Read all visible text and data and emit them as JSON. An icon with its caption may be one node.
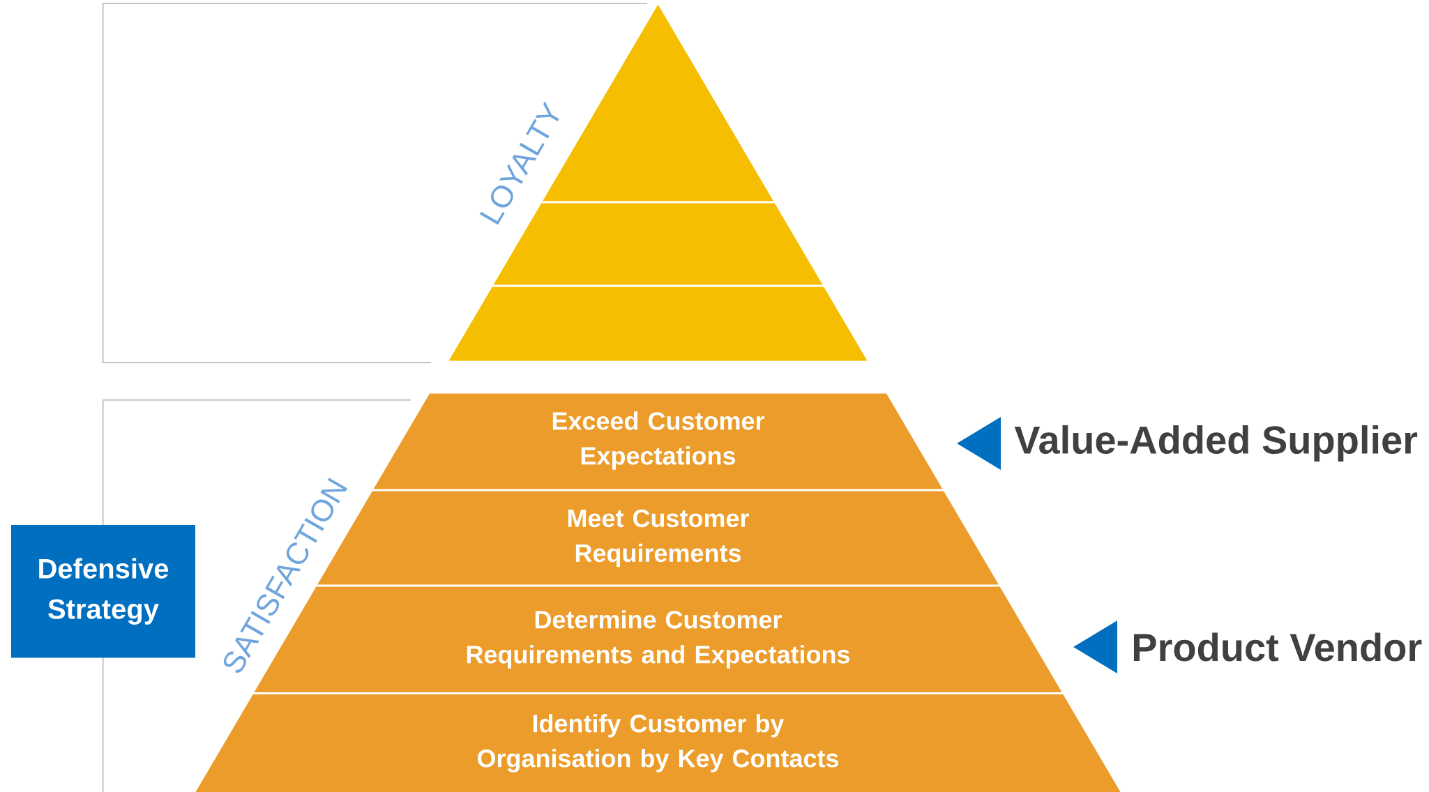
{
  "diagram": {
    "nodes": [
      {
        "text": [],
        "shape": "triangle"
      },
      {
        "text": [],
        "shape": "band"
      },
      {
        "text": [],
        "shape": "band"
      },
      {
        "text": [
          "Exceed Customer Expectations"
        ]
      },
      {
        "text": [
          "Meet Customer Requirements"
        ]
      },
      {
        "text": [
          "Determine Customer Requirements and Expectations"
        ]
      },
      {
        "text": [
          "Identify Customer by Organisation by Key Contacts"
        ]
      },
      {
        "text": [
          "Defensive Strategy"
        ]
      },
      {
        "text": [],
        "shape": "triangle"
      },
      {
        "text": [],
        "shape": "triangle"
      }
    ],
    "labels": [
      "LOYALTY",
      "SATISFACTION",
      "Value-Added Supplier",
      "Product Vendor"
    ]
  }
}
